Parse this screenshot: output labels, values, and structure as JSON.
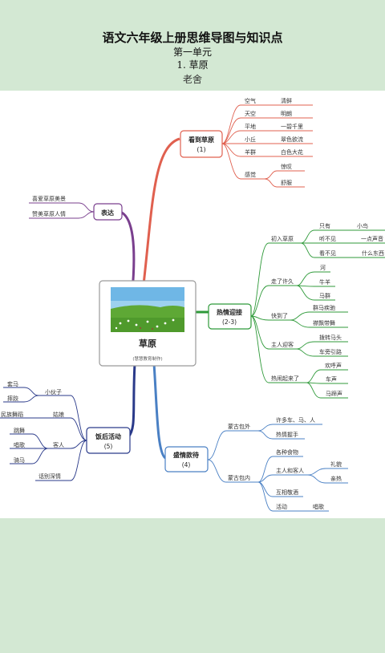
{
  "header": {
    "title": "语文六年级上册思维导图与知识点",
    "unit": "第一单元",
    "lesson": "1. 草原",
    "author": "老舍"
  },
  "center": {
    "title": "草原",
    "caption": "(慧慧教育制作)"
  },
  "colors": {
    "header_bg": "#d3e8d3",
    "red": "#e0604f",
    "purple": "#7a3f8e",
    "green": "#2f9a3a",
    "blue": "#4a80c4",
    "navy": "#2a3a8a"
  },
  "branches": {
    "kan": {
      "label": "看到草原",
      "num": "(1)",
      "rows": [
        {
          "k": "空气",
          "v": "清鲜"
        },
        {
          "k": "天空",
          "v": "明朗"
        },
        {
          "k": "平地",
          "v": "一碧千里"
        },
        {
          "k": "小丘",
          "v": "翠色欲流"
        },
        {
          "k": "羊群",
          "v": "白色大花"
        }
      ],
      "feel": {
        "k": "感觉",
        "v": [
          "惊叹",
          "舒服"
        ]
      }
    },
    "biao": {
      "label": "表达",
      "items": [
        "喜爱草原美景",
        "赞美草原人情"
      ]
    },
    "rq": {
      "label": "热情迎接",
      "num": "(2-3)",
      "start": {
        "k": "初入草原",
        "items": [
          {
            "a": "只有",
            "b": "小鸟"
          },
          {
            "a": "听不见",
            "b": "一点声音"
          },
          {
            "a": "看不见",
            "b": "什么东西"
          }
        ]
      },
      "walk": {
        "k": "走了许久",
        "items": [
          "河",
          "牛羊",
          "马群"
        ]
      },
      "fast": {
        "k": "快到了",
        "items": [
          "群马疾驰",
          "襟飘带舞"
        ]
      },
      "host": {
        "k": "主人迎客",
        "items": [
          "拨转马头",
          "车旁引路"
        ]
      },
      "hot": {
        "k": "热闹起来了",
        "items": [
          "欢呼声",
          "车声",
          "马蹄声"
        ]
      }
    },
    "sq": {
      "label": "盛情款待",
      "num": "(4)",
      "out": {
        "k": "蒙古包外",
        "items": [
          "许多车、马、人",
          "热情握手"
        ]
      },
      "in": {
        "k": "蒙古包内",
        "food": "各种食物",
        "hostguest": "主人和客人",
        "hg_items": [
          "礼貌",
          "亲热"
        ],
        "toast": "互相敬酒",
        "act": "活动",
        "act_item": "唱歌"
      }
    },
    "fh": {
      "label": "饭后活动",
      "num": "(5)",
      "xhz": {
        "k": "小伙子",
        "items": [
          "套马",
          "摔跤"
        ]
      },
      "gn": {
        "k": "姑娘",
        "items": [
          "民族舞蹈"
        ]
      },
      "kr": {
        "k": "客人",
        "items": [
          "跳舞",
          "唱歌",
          "骑马"
        ]
      },
      "bye": "话别深情"
    }
  }
}
